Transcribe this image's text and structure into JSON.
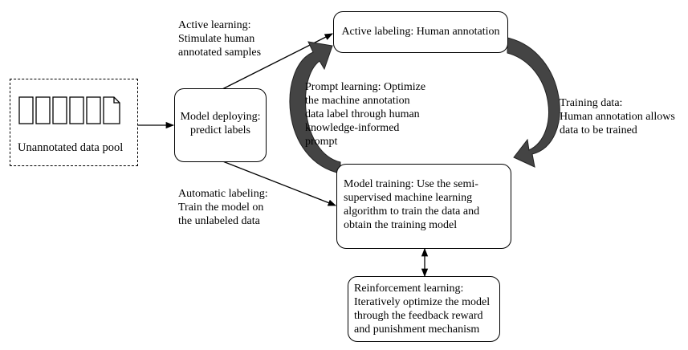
{
  "pool": {
    "label": "Unannotated data pool"
  },
  "model_deploying": {
    "text": "Model deploying:\npredict labels"
  },
  "active_labeling": {
    "text": "Active labeling: Human annotation"
  },
  "model_training": {
    "text": "Model training: Use the semi-\nsupervised machine learning\nalgorithm to train the data and\nobtain the training model"
  },
  "reinforcement": {
    "text": "Reinforcement learning:\nIteratively optimize the model\nthrough the feedback reward\nand punishment mechanism"
  },
  "edge_labels": {
    "active_learning": "Active learning:\nStimulate human\nannotated samples",
    "automatic_labeling": "Automatic labeling:\nTrain the model on\nthe unlabeled data",
    "prompt_learning": "Prompt learning: Optimize\nthe machine annotation\ndata label through human\nknowledge-informed\nprompt",
    "training_data": "Training data:\nHuman annotation allows\ndata to be trained"
  }
}
